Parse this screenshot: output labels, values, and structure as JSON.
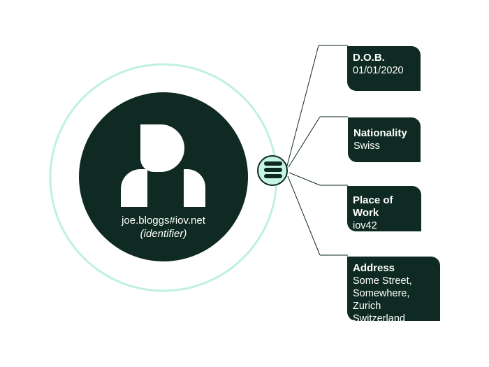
{
  "identity": {
    "identifier": "joe.bloggs#iov.net",
    "caption": "(identifier)"
  },
  "attributes": [
    {
      "title": "D.O.B.",
      "value_lines": [
        "01/01/2020"
      ]
    },
    {
      "title": "Nationality",
      "value_lines": [
        "Swiss"
      ]
    },
    {
      "title": "Place of Work",
      "value_lines": [
        "iov42"
      ]
    },
    {
      "title": "Address",
      "value_lines": [
        "Some Street,",
        "Somewhere, Zurich",
        "Switzerland"
      ]
    }
  ],
  "colors": {
    "dark": "#0e2a22",
    "mint": "#c6f5e6",
    "ring": "#bff0e0",
    "white": "#ffffff"
  },
  "icons": [
    "user-silhouette-icon",
    "database-stack-icon"
  ]
}
